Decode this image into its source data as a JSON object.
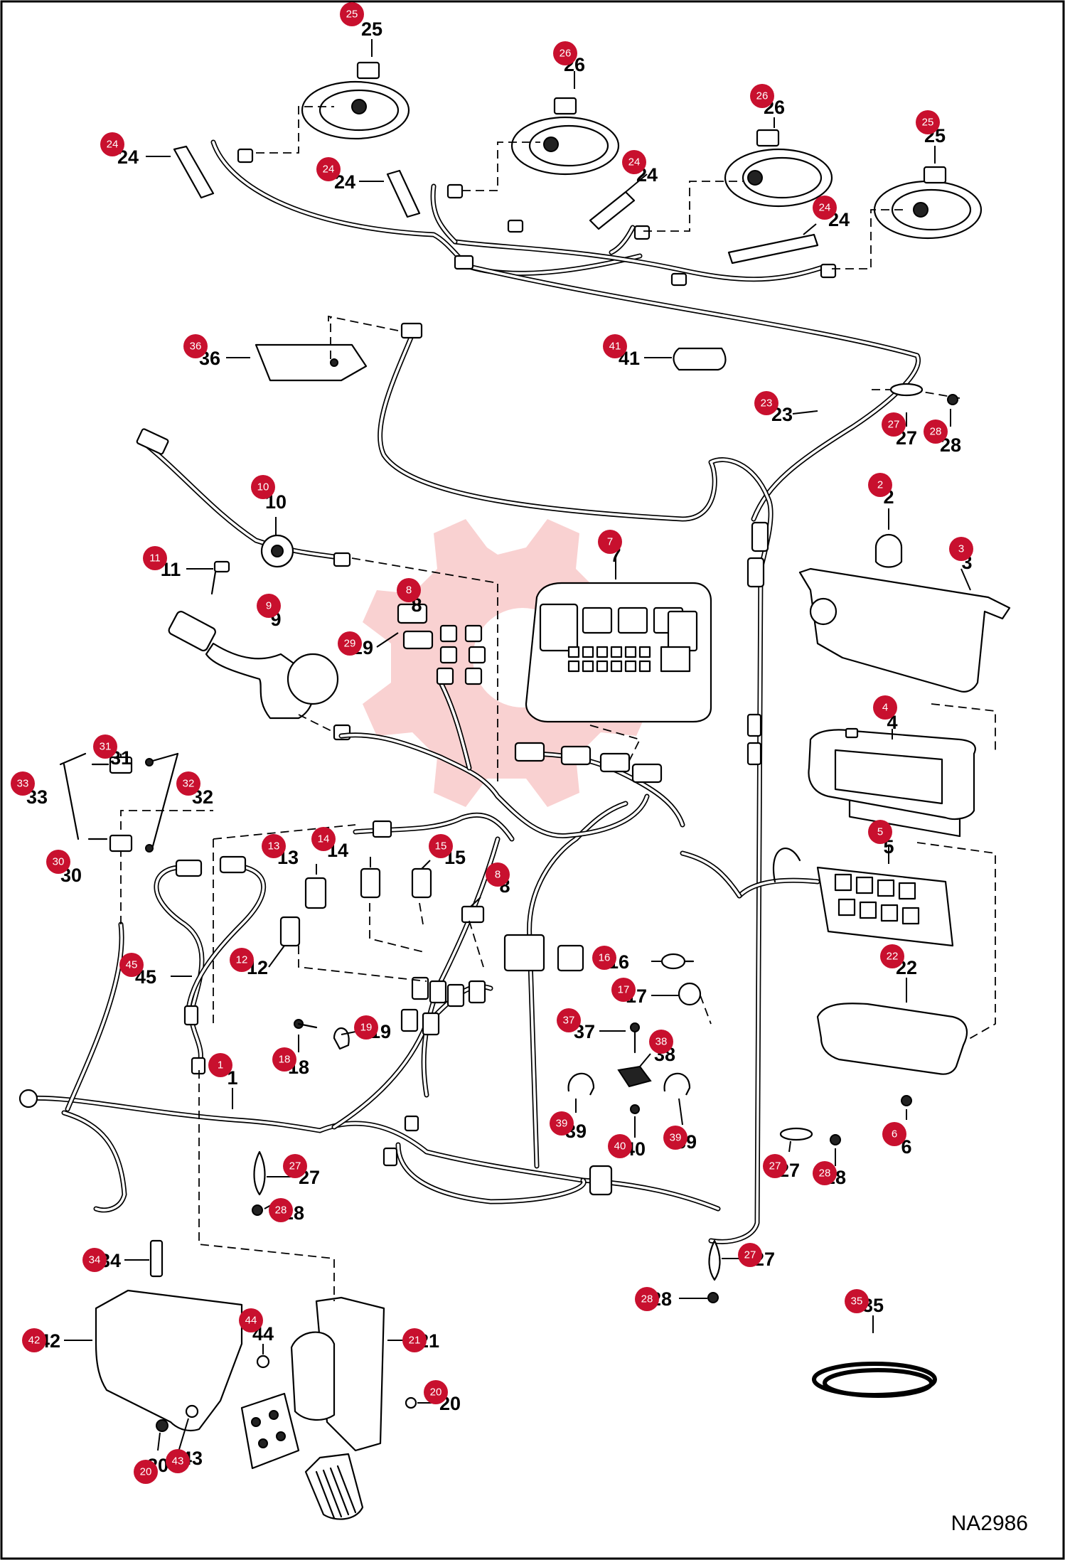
{
  "diagram": {
    "drawing_code": "NA2986",
    "colors": {
      "badge": "#c8102e",
      "watermark": "#f29a9a",
      "line": "#000000"
    },
    "callouts": [
      {
        "id": "25a",
        "label": "25"
      },
      {
        "id": "26a",
        "label": "26"
      },
      {
        "id": "26b",
        "label": "26"
      },
      {
        "id": "25b",
        "label": "25"
      },
      {
        "id": "24a",
        "label": "24"
      },
      {
        "id": "24b",
        "label": "24"
      },
      {
        "id": "24c",
        "label": "24"
      },
      {
        "id": "24d",
        "label": "24"
      },
      {
        "id": "36",
        "label": "36"
      },
      {
        "id": "41",
        "label": "41"
      },
      {
        "id": "23",
        "label": "23"
      },
      {
        "id": "27a",
        "label": "27"
      },
      {
        "id": "28a",
        "label": "28"
      },
      {
        "id": "10",
        "label": "10"
      },
      {
        "id": "2",
        "label": "2"
      },
      {
        "id": "11",
        "label": "11"
      },
      {
        "id": "3",
        "label": "3"
      },
      {
        "id": "7",
        "label": "7"
      },
      {
        "id": "8a",
        "label": "8"
      },
      {
        "id": "9",
        "label": "9"
      },
      {
        "id": "29",
        "label": "29"
      },
      {
        "id": "4",
        "label": "4"
      },
      {
        "id": "31",
        "label": "31"
      },
      {
        "id": "33",
        "label": "33"
      },
      {
        "id": "32",
        "label": "32"
      },
      {
        "id": "5",
        "label": "5"
      },
      {
        "id": "13",
        "label": "13"
      },
      {
        "id": "14",
        "label": "14"
      },
      {
        "id": "15",
        "label": "15"
      },
      {
        "id": "30",
        "label": "30"
      },
      {
        "id": "8b",
        "label": "8"
      },
      {
        "id": "12",
        "label": "12"
      },
      {
        "id": "22",
        "label": "22"
      },
      {
        "id": "45",
        "label": "45"
      },
      {
        "id": "16",
        "label": "16"
      },
      {
        "id": "17",
        "label": "17"
      },
      {
        "id": "37",
        "label": "37"
      },
      {
        "id": "19",
        "label": "19"
      },
      {
        "id": "38",
        "label": "38"
      },
      {
        "id": "18",
        "label": "18"
      },
      {
        "id": "1",
        "label": "1"
      },
      {
        "id": "6",
        "label": "6"
      },
      {
        "id": "39a",
        "label": "39"
      },
      {
        "id": "40",
        "label": "40"
      },
      {
        "id": "39b",
        "label": "39"
      },
      {
        "id": "27b",
        "label": "27"
      },
      {
        "id": "28b",
        "label": "28"
      },
      {
        "id": "27c",
        "label": "27"
      },
      {
        "id": "28c",
        "label": "28"
      },
      {
        "id": "27d",
        "label": "27"
      },
      {
        "id": "28d",
        "label": "28"
      },
      {
        "id": "34",
        "label": "34"
      },
      {
        "id": "35",
        "label": "35"
      },
      {
        "id": "44",
        "label": "44"
      },
      {
        "id": "21",
        "label": "21"
      },
      {
        "id": "42",
        "label": "42"
      },
      {
        "id": "20a",
        "label": "20"
      },
      {
        "id": "43",
        "label": "43"
      },
      {
        "id": "20b",
        "label": "20"
      }
    ]
  }
}
